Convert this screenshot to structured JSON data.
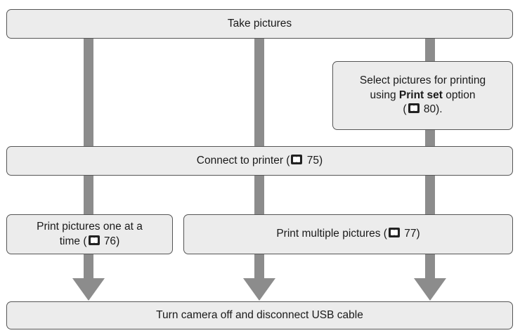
{
  "take_pictures": "Take pictures",
  "select_pictures": {
    "line1": "Select pictures for printing",
    "line2_pre": "using ",
    "line2_bold": "Print set",
    "line2_post": " option",
    "line3_open": "(",
    "line3_page": "80",
    "line3_close": ")."
  },
  "connect_printer": {
    "label": "Connect to printer (",
    "page": "75",
    "close": ")"
  },
  "print_one": {
    "line1": "Print pictures one at a",
    "line2_pre": "time (",
    "page": "76",
    "close": ")"
  },
  "print_multiple": {
    "label": "Print multiple pictures (",
    "page": "77",
    "close": ")"
  },
  "turn_off": "Turn camera off and disconnect USB cable",
  "colors": {
    "box_fill": "#ececec",
    "box_border": "#555555",
    "connector": "#8c8c8c"
  },
  "reference_icon": "page-reference-icon"
}
